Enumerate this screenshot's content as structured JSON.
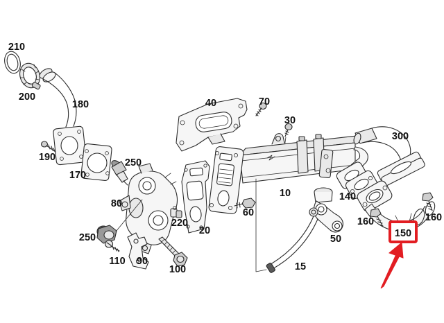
{
  "diagram": {
    "type": "exploded-parts-diagram",
    "background_color": "#ffffff",
    "line_color": "#2b2b2b",
    "highlight_color": "#e21d22",
    "highlighted_part": "150",
    "part_labels": [
      {
        "id": "210",
        "text": "210"
      },
      {
        "id": "200",
        "text": "200"
      },
      {
        "id": "180",
        "text": "180"
      },
      {
        "id": "190",
        "text": "190"
      },
      {
        "id": "170",
        "text": "170"
      },
      {
        "id": "250-upper",
        "text": "250"
      },
      {
        "id": "80",
        "text": "80"
      },
      {
        "id": "250-lower",
        "text": "250"
      },
      {
        "id": "110",
        "text": "110"
      },
      {
        "id": "90",
        "text": "90"
      },
      {
        "id": "100",
        "text": "100"
      },
      {
        "id": "220",
        "text": "220"
      },
      {
        "id": "20",
        "text": "20"
      },
      {
        "id": "40",
        "text": "40"
      },
      {
        "id": "70",
        "text": "70"
      },
      {
        "id": "30",
        "text": "30"
      },
      {
        "id": "10",
        "text": "10"
      },
      {
        "id": "60",
        "text": "60"
      },
      {
        "id": "50",
        "text": "50"
      },
      {
        "id": "15",
        "text": "15"
      },
      {
        "id": "140",
        "text": "140"
      },
      {
        "id": "160-left",
        "text": "160"
      },
      {
        "id": "150",
        "text": "150"
      },
      {
        "id": "160-right",
        "text": "160"
      },
      {
        "id": "300",
        "text": "300"
      }
    ]
  }
}
